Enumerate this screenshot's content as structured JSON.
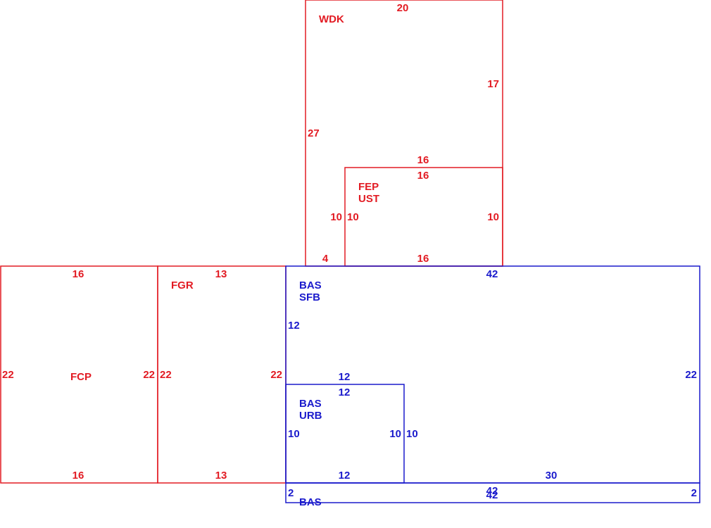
{
  "colors": {
    "red": "#e21b23",
    "blue": "#1a1acc"
  },
  "areas": {
    "wdk": {
      "color_key": "red",
      "labels": [
        "WDK"
      ],
      "dims": {
        "top": "20",
        "right": "17",
        "left": "27",
        "bottom": "4"
      }
    },
    "fep": {
      "color_key": "red",
      "labels": [
        "FEP",
        "UST"
      ],
      "dims": {
        "top_outer": "16",
        "top_inner": "16",
        "left_outer": "10",
        "left_inner": "10",
        "right": "10",
        "bottom": "16"
      }
    },
    "fcp": {
      "color_key": "red",
      "labels": [
        "FCP"
      ],
      "dims": {
        "top": "16",
        "bottom": "16",
        "left": "22",
        "right": "22"
      }
    },
    "fgr": {
      "color_key": "red",
      "labels": [
        "FGR"
      ],
      "dims": {
        "top": "13",
        "bottom": "13",
        "left": "22",
        "right": "22"
      }
    },
    "bas_main": {
      "color_key": "blue",
      "labels": [
        "BAS",
        "SFB"
      ],
      "dims": {
        "top": "42",
        "left": "12",
        "right": "22",
        "bottom": "30"
      }
    },
    "bas_urb": {
      "color_key": "blue",
      "labels": [
        "BAS",
        "URB"
      ],
      "dims": {
        "top_outer": "12",
        "top_inner": "12",
        "left": "10",
        "right_inner": "10",
        "right_outer": "10",
        "bottom": "12"
      }
    },
    "bas_strip": {
      "color_key": "blue",
      "labels": [
        "BAS"
      ],
      "dims": {
        "top": "42",
        "bottom": "42",
        "left": "2",
        "right": "2"
      }
    }
  }
}
